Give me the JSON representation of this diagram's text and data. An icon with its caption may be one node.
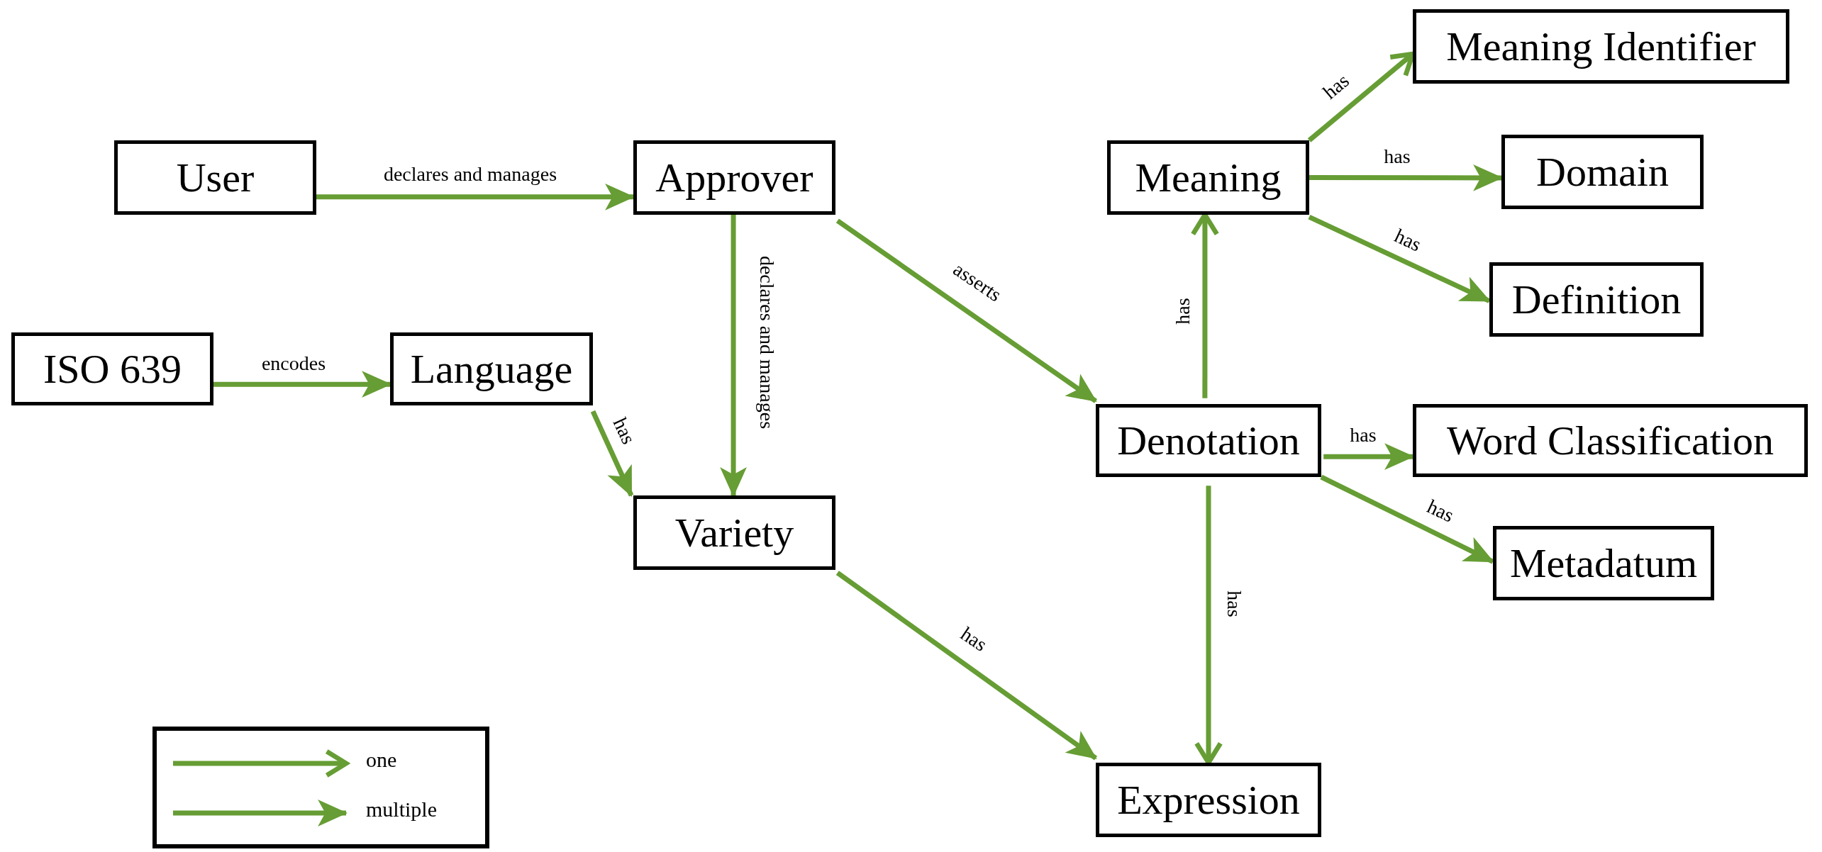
{
  "diagram": {
    "nodes": [
      {
        "text": [
          "User"
        ]
      },
      {
        "text": [
          "Approver"
        ]
      },
      {
        "text": [
          "ISO 639"
        ]
      },
      {
        "text": [
          "Language"
        ]
      },
      {
        "text": [
          "Variety"
        ]
      },
      {
        "text": [
          "Meaning"
        ]
      },
      {
        "text": [
          "Meaning Identifier"
        ]
      },
      {
        "text": [
          "Domain"
        ]
      },
      {
        "text": [
          "Definition"
        ]
      },
      {
        "text": [
          "Denotation"
        ]
      },
      {
        "text": [
          "Word Classification"
        ]
      },
      {
        "text": [
          "Metadatum"
        ]
      },
      {
        "text": [
          "Expression"
        ]
      }
    ],
    "edges": [
      {
        "from": 0,
        "to": 1,
        "arrow": "to",
        "label": "declares and manages"
      },
      {
        "from": 1,
        "to": 4,
        "arrow": "to",
        "label": "declares and manages"
      },
      {
        "from": 1,
        "to": 9,
        "arrow": "to",
        "label": "asserts"
      },
      {
        "from": 2,
        "to": 3,
        "arrow": "to",
        "label": "encodes"
      },
      {
        "from": 3,
        "to": 4,
        "arrow": "to",
        "label": "has"
      },
      {
        "from": 4,
        "to": 12,
        "arrow": "to",
        "label": "has"
      },
      {
        "from": 9,
        "to": 5,
        "arrow": "to",
        "label": "has"
      },
      {
        "from": 5,
        "to": 6,
        "arrow": "to",
        "label": "has"
      },
      {
        "from": 5,
        "to": 7,
        "arrow": "to",
        "label": "has"
      },
      {
        "from": 5,
        "to": 8,
        "arrow": "to",
        "label": "has"
      },
      {
        "from": 9,
        "to": 10,
        "arrow": "to",
        "label": "has"
      },
      {
        "from": 9,
        "to": 11,
        "arrow": "to",
        "label": "has"
      },
      {
        "from": 9,
        "to": 12,
        "arrow": "to",
        "label": "has"
      }
    ],
    "legend": [
      {
        "text": "one"
      },
      {
        "text": "multiple"
      }
    ]
  }
}
